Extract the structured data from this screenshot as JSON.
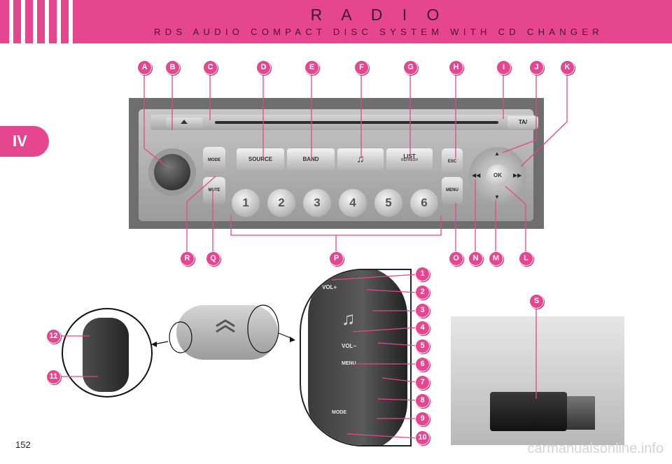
{
  "header": {
    "title": "R A D I O",
    "subtitle": "RDS AUDIO COMPACT DISC SYSTEM WITH CD CHANGER"
  },
  "section_tab": "IV",
  "page_number": "152",
  "watermark": "carmanualsonline.info",
  "radio": {
    "ta_label": "TA/",
    "mode_label": "MODE",
    "mute_label": "MUTE",
    "source_label": "SOURCE",
    "band_label": "BAND",
    "music_glyph": "♫",
    "list_label": "LIST",
    "list_sub": "REFRESH",
    "esc_label": "ESC",
    "menu_label": "MENU",
    "ok_label": "OK",
    "presets": [
      "1",
      "2",
      "3",
      "4",
      "5",
      "6"
    ]
  },
  "callouts_top": [
    "A",
    "B",
    "C",
    "D",
    "E",
    "F",
    "G",
    "H",
    "I",
    "J",
    "K"
  ],
  "callouts_bottom": [
    "R",
    "Q",
    "P",
    "O",
    "N",
    "M",
    "L"
  ],
  "callouts_numbers": [
    "1",
    "2",
    "3",
    "4",
    "5",
    "6",
    "7",
    "8",
    "9",
    "10"
  ],
  "callouts_small": [
    "12",
    "11"
  ],
  "callout_s": "S",
  "stalk_labels": {
    "vol_plus": "VOL+",
    "vol_minus": "VOL−",
    "menu": "MENU",
    "mode": "MODE"
  },
  "colors": {
    "accent": "#e6458f",
    "header_text": "#3a1a2e"
  }
}
